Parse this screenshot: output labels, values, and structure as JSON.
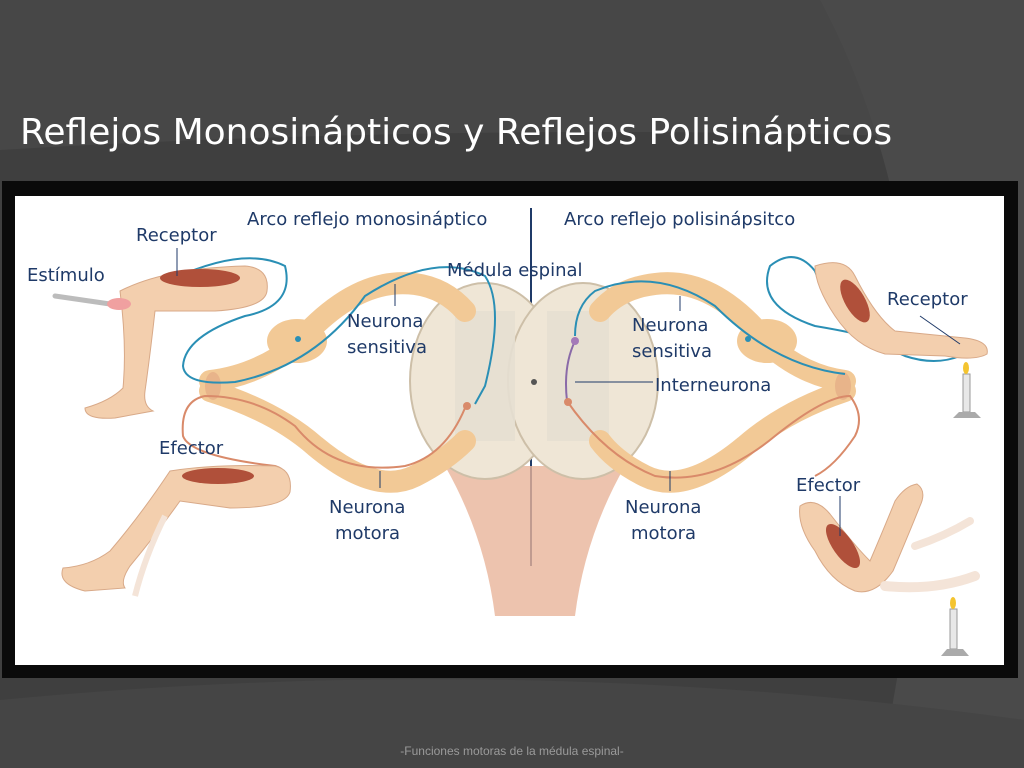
{
  "slide": {
    "title": "Reflejos Monosinápticos y Reflejos Polisinápticos",
    "footer": "-Funciones motoras de la médula espinal-"
  },
  "diagram": {
    "header_left": "Arco reflejo monosináptico",
    "header_right": "Arco reflejo polisinápsitco",
    "spinal_cord": "Médula espinal",
    "left": {
      "receptor": "Receptor",
      "stimulus": "Estímulo",
      "sensory_neuron": [
        "Neurona",
        "sensitiva"
      ],
      "effector": "Efector",
      "motor_neuron": [
        "Neurona",
        "motora"
      ]
    },
    "right": {
      "receptor": "Receptor",
      "sensory_neuron": [
        "Neurona",
        "sensitiva"
      ],
      "interneuron": "Interneurona",
      "effector": "Efector",
      "motor_neuron": [
        "Neurona",
        "motora"
      ]
    }
  },
  "colors": {
    "background": "#3f3f3f",
    "label": "#1f3a68",
    "sensory_fiber": "#2a8fb5",
    "motor_fiber": "#d98a6a",
    "nerve": "#f2c996",
    "skin": "#f3cfae"
  }
}
